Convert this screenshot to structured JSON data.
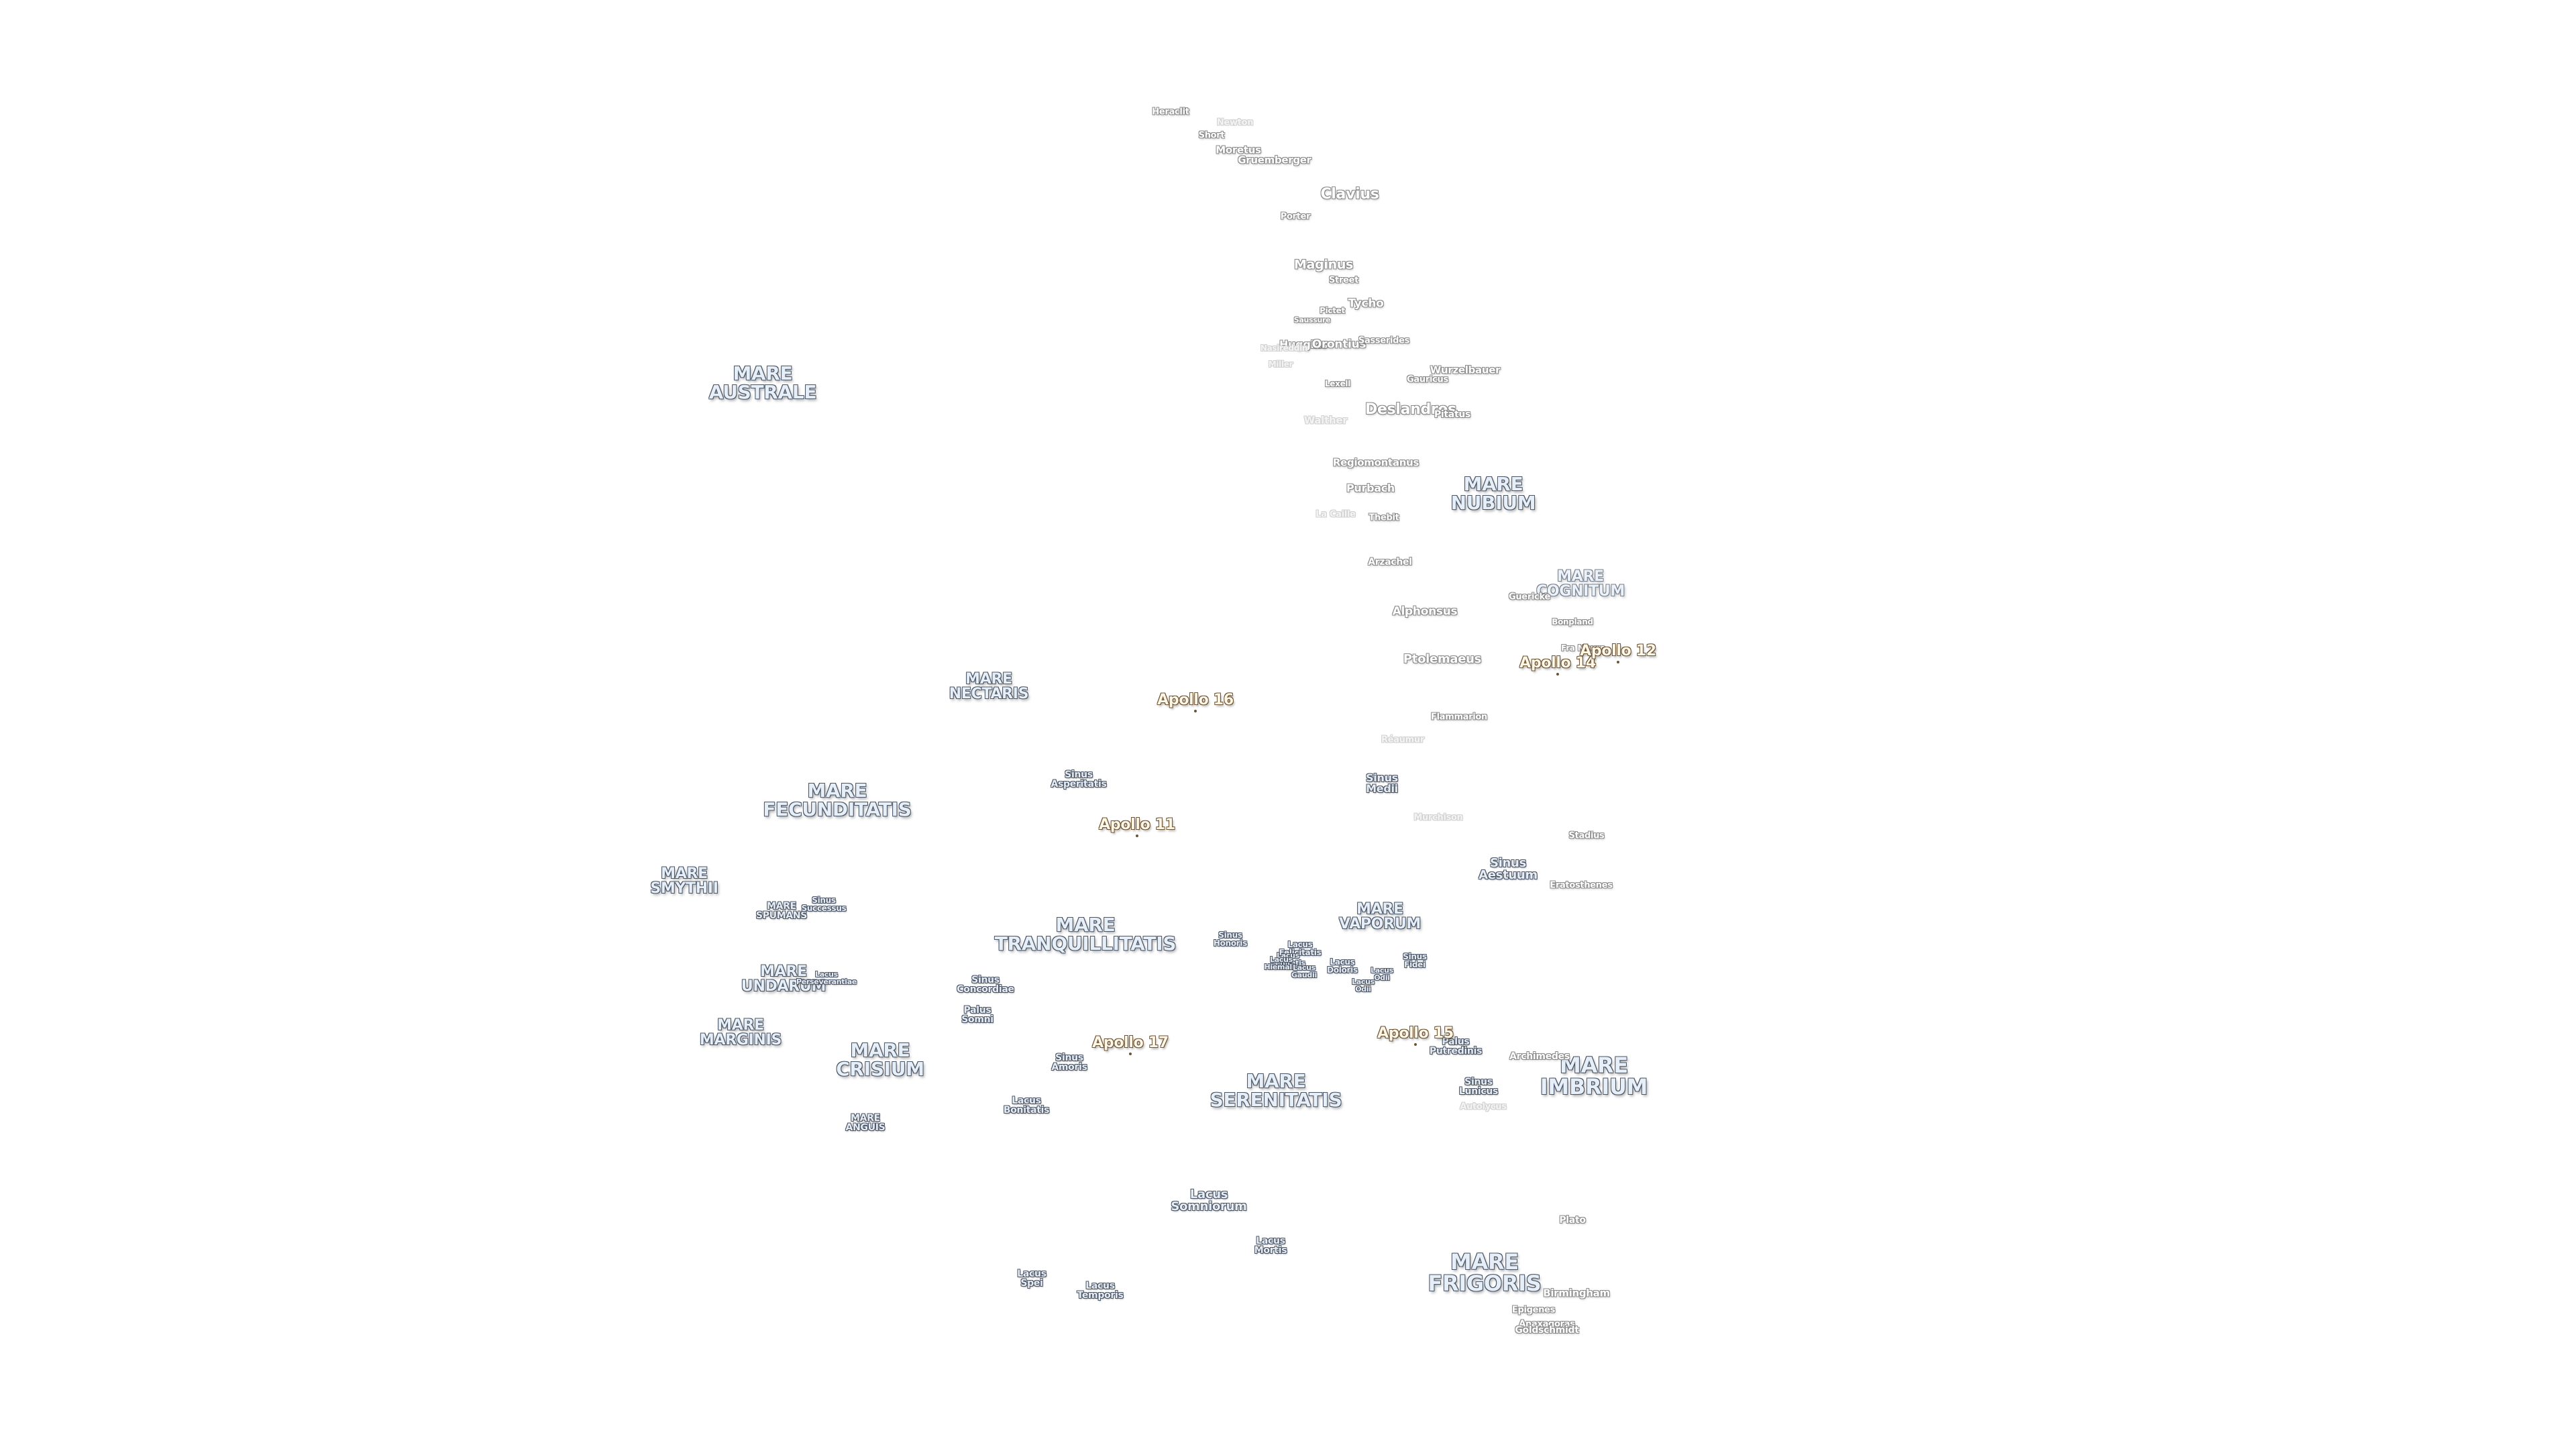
{
  "maria": [
    {
      "name": "MARE\nAUSTRALE",
      "size": "mare"
    },
    {
      "name": "MARE\nNUBIUM",
      "size": "mare"
    },
    {
      "name": "MARE\nCOGNITUM",
      "size": "mare med faint"
    },
    {
      "name": "MARE\nNECTARIS",
      "size": "mare med"
    },
    {
      "name": "MARE\nFECUNDITATIS",
      "size": "mare"
    },
    {
      "name": "MARE\nSMYTHII",
      "size": "mare med"
    },
    {
      "name": "MARE\nSPUMANS",
      "size": "small"
    },
    {
      "name": "MARE\nUNDARUM",
      "size": "mare med"
    },
    {
      "name": "MARE\nMARGINIS",
      "size": "mare med"
    },
    {
      "name": "MARE\nCRISIUM",
      "size": "mare"
    },
    {
      "name": "MARE\nANGUIS",
      "size": "small"
    },
    {
      "name": "MARE\nTRANQUILLITATIS",
      "size": "mare"
    },
    {
      "name": "MARE\nVAPORUM",
      "size": "mare med"
    },
    {
      "name": "MARE\nSERENITATIS",
      "size": "mare"
    },
    {
      "name": "MARE\nIMBRIUM",
      "size": "mare big"
    },
    {
      "name": "MARE\nFRIGORIS",
      "size": "mare big"
    }
  ],
  "sinus_lacus_palus": [
    {
      "name": "Sinus\nAsperitatis"
    },
    {
      "name": "Sinus\nMedii"
    },
    {
      "name": "Sinus\nAestuum"
    },
    {
      "name": "Sinus\nSuccessus"
    },
    {
      "name": "Lacus\nPerseverantiae"
    },
    {
      "name": "Sinus\nConcordiae"
    },
    {
      "name": "Palus\nSomni"
    },
    {
      "name": "Sinus\nAmoris"
    },
    {
      "name": "Lacus\nBonitatis"
    },
    {
      "name": "Sinus\nHonoris"
    },
    {
      "name": "Lacus\nFelicitatis"
    },
    {
      "name": "Lacus\nLenitatis"
    },
    {
      "name": "Lacus\nHiemalis"
    },
    {
      "name": "Lacus\nGaudii"
    },
    {
      "name": "Lacus\nDoloris"
    },
    {
      "name": "Lacus\nOdii"
    },
    {
      "name": "Lacus\nOdii"
    },
    {
      "name": "Sinus\nFidei"
    },
    {
      "name": "Palus\nPutredinis"
    },
    {
      "name": "Sinus\nLunicus"
    },
    {
      "name": "Lacus\nSomniorum"
    },
    {
      "name": "Lacus\nMortis"
    },
    {
      "name": "Lacus\nSpei"
    },
    {
      "name": "Lacus\nTemporis"
    }
  ],
  "craters": [
    {
      "name": "Heraclit",
      "style": "crater"
    },
    {
      "name": "Newton",
      "style": "crater faint"
    },
    {
      "name": "Short",
      "style": "crater"
    },
    {
      "name": "Moretus",
      "style": "crater"
    },
    {
      "name": "Gruemberger",
      "style": "crater"
    },
    {
      "name": "Clavius",
      "style": "crater big"
    },
    {
      "name": "Porter",
      "style": "crater"
    },
    {
      "name": "Maginus",
      "style": "crater"
    },
    {
      "name": "Street",
      "style": "crater"
    },
    {
      "name": "Tycho",
      "style": "crater"
    },
    {
      "name": "Pictet",
      "style": "crater"
    },
    {
      "name": "Saussure",
      "style": "crater"
    },
    {
      "name": "Huggins",
      "style": "crater"
    },
    {
      "name": "Orontius",
      "style": "crater"
    },
    {
      "name": "Nasireddin",
      "style": "crater faint"
    },
    {
      "name": "Miller",
      "style": "crater faint"
    },
    {
      "name": "Sasserides",
      "style": "crater"
    },
    {
      "name": "Wurzelbauer",
      "style": "crater"
    },
    {
      "name": "Gauricus",
      "style": "crater"
    },
    {
      "name": "Lexell",
      "style": "crater"
    },
    {
      "name": "Deslandres",
      "style": "crater big"
    },
    {
      "name": "Pitatus",
      "style": "crater"
    },
    {
      "name": "Walther",
      "style": "crater faint"
    },
    {
      "name": "Regiomontanus",
      "style": "crater"
    },
    {
      "name": "Purbach",
      "style": "crater"
    },
    {
      "name": "Thebit",
      "style": "crater"
    },
    {
      "name": "La Caille",
      "style": "crater faint"
    },
    {
      "name": "Arzachel",
      "style": "crater"
    },
    {
      "name": "Guericke",
      "style": "crater"
    },
    {
      "name": "Alphonsus",
      "style": "crater"
    },
    {
      "name": "Bonpland",
      "style": "crater"
    },
    {
      "name": "Fra Mauro",
      "style": "crater"
    },
    {
      "name": "Ptolemaeus",
      "style": "crater"
    },
    {
      "name": "Flammarion",
      "style": "crater"
    },
    {
      "name": "Réaumur",
      "style": "crater faint"
    },
    {
      "name": "Murchison",
      "style": "crater faint"
    },
    {
      "name": "Stadius",
      "style": "crater"
    },
    {
      "name": "Eratosthenes",
      "style": "crater"
    },
    {
      "name": "Archimedes",
      "style": "crater"
    },
    {
      "name": "Autolycus",
      "style": "crater faint"
    },
    {
      "name": "Plato",
      "style": "crater"
    },
    {
      "name": "Birmingham",
      "style": "crater"
    },
    {
      "name": "Epigenes",
      "style": "crater"
    },
    {
      "name": "Anaxagoras",
      "style": "crater"
    },
    {
      "name": "Goldschmidt",
      "style": "crater"
    }
  ],
  "apollo_sites": [
    {
      "name": "Apollo 16"
    },
    {
      "name": "Apollo 14"
    },
    {
      "name": "Apollo 12"
    },
    {
      "name": "Apollo 11"
    },
    {
      "name": "Apollo 17"
    },
    {
      "name": "Apollo 15"
    }
  ]
}
